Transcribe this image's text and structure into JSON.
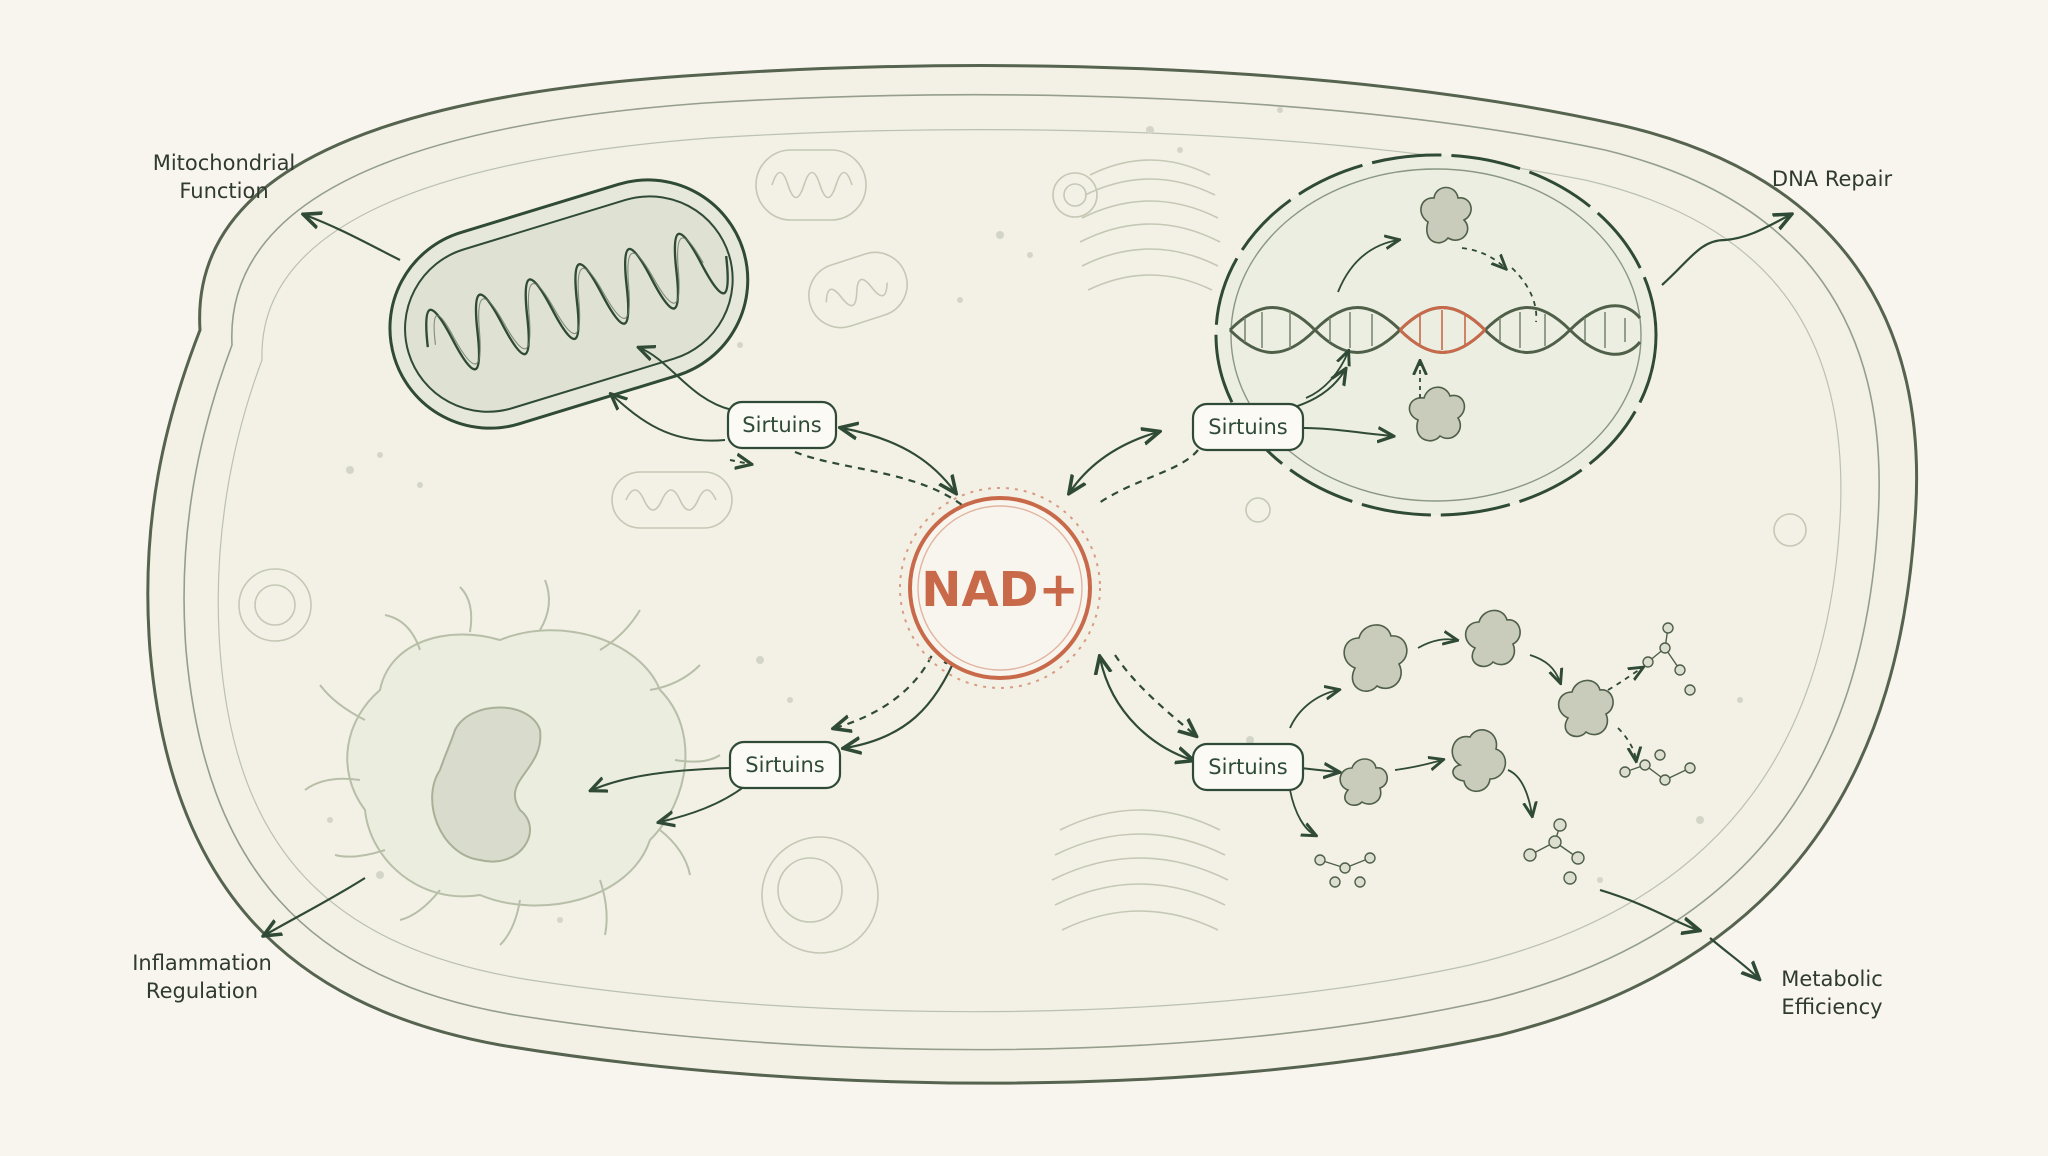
{
  "center": {
    "label": "NAD+"
  },
  "sirtuins": {
    "top_left": "Sirtuins",
    "top_right": "Sirtuins",
    "bottom_left": "Sirtuins",
    "bottom_right": "Sirtuins"
  },
  "outcomes": {
    "mitochondrial": [
      "Mitochondrial",
      "Function"
    ],
    "dna": [
      "DNA Repair"
    ],
    "inflammation": [
      "Inflammation",
      "Regulation"
    ],
    "metabolic": [
      "Metabolic",
      "Efficiency"
    ]
  },
  "colors": {
    "background": "#f8f5ee",
    "ink": "#2f4a36",
    "accent": "#c8694a",
    "membrane": "#55634f",
    "faint": "#c9ccba"
  }
}
